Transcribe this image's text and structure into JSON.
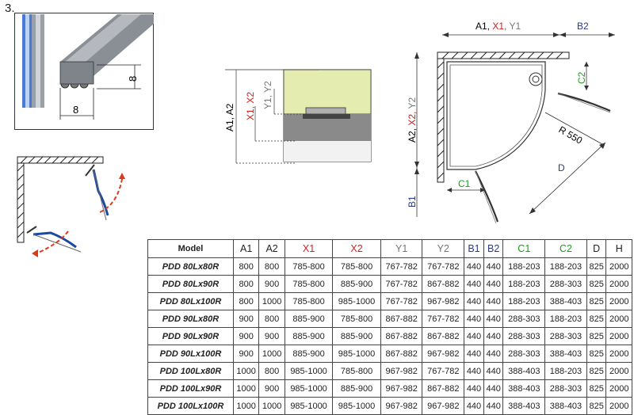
{
  "step_number": "3.",
  "profile_dims": {
    "width": "8",
    "height": "8"
  },
  "labels": {
    "a1": "A1",
    "a2": "A2",
    "x1": "X1",
    "x2": "X2",
    "y1": "Y1",
    "y2": "Y2",
    "b1": "B1",
    "b2": "B2",
    "c1": "C1",
    "c2": "C2",
    "d": "D",
    "radius": "R 550",
    "top_dim_a": "A1,",
    "top_dim_x": "X1,",
    "top_dim_y": "Y1",
    "left_dim_a": "A2,",
    "left_dim_x": "X2,",
    "left_dim_y": "Y2",
    "mid_a": "A1, A2",
    "mid_x": "X1, X2",
    "mid_y": "Y1, Y2"
  },
  "colors": {
    "red": "#d02020",
    "grey": "#777777",
    "blue": "#2a3a8a",
    "green": "#1f9a1f",
    "glass_green": "#e4ecb0",
    "door_blue": "#1a4aa0",
    "arrow_red": "#e03a1a"
  },
  "table": {
    "headers": [
      "Model",
      "A1",
      "A2",
      "X1",
      "X2",
      "Y1",
      "Y2",
      "B1",
      "B2",
      "C1",
      "C2",
      "D",
      "H"
    ],
    "header_colors": [
      "",
      "",
      "",
      "red",
      "red",
      "grey",
      "grey",
      "blue",
      "blue",
      "green",
      "green",
      "",
      ""
    ],
    "rows": [
      [
        "PDD 80Lx80R",
        "800",
        "800",
        "785-800",
        "785-800",
        "767-782",
        "767-782",
        "440",
        "440",
        "188-203",
        "188-203",
        "825",
        "2000"
      ],
      [
        "PDD 80Lx90R",
        "800",
        "900",
        "785-800",
        "885-900",
        "767-782",
        "867-882",
        "440",
        "440",
        "188-203",
        "288-303",
        "825",
        "2000"
      ],
      [
        "PDD 80Lx100R",
        "800",
        "1000",
        "785-800",
        "985-1000",
        "767-782",
        "967-982",
        "440",
        "440",
        "188-203",
        "388-403",
        "825",
        "2000"
      ],
      [
        "PDD 90Lx80R",
        "900",
        "800",
        "885-900",
        "785-800",
        "867-882",
        "767-782",
        "440",
        "440",
        "288-303",
        "188-203",
        "825",
        "2000"
      ],
      [
        "PDD 90Lx90R",
        "900",
        "900",
        "885-900",
        "885-900",
        "867-882",
        "867-882",
        "440",
        "440",
        "288-303",
        "288-303",
        "825",
        "2000"
      ],
      [
        "PDD 90Lx100R",
        "900",
        "1000",
        "885-900",
        "985-1000",
        "867-882",
        "967-982",
        "440",
        "440",
        "288-303",
        "388-403",
        "825",
        "2000"
      ],
      [
        "PDD 100Lx80R",
        "1000",
        "800",
        "985-1000",
        "785-800",
        "967-982",
        "767-782",
        "440",
        "440",
        "388-403",
        "188-203",
        "825",
        "2000"
      ],
      [
        "PDD 100Lx90R",
        "1000",
        "900",
        "985-1000",
        "885-900",
        "967-982",
        "867-882",
        "440",
        "440",
        "388-403",
        "288-303",
        "825",
        "2000"
      ],
      [
        "PDD 100Lx100R",
        "1000",
        "1000",
        "985-1000",
        "985-1000",
        "967-982",
        "967-982",
        "440",
        "440",
        "388-403",
        "388-403",
        "825",
        "2000"
      ]
    ]
  }
}
